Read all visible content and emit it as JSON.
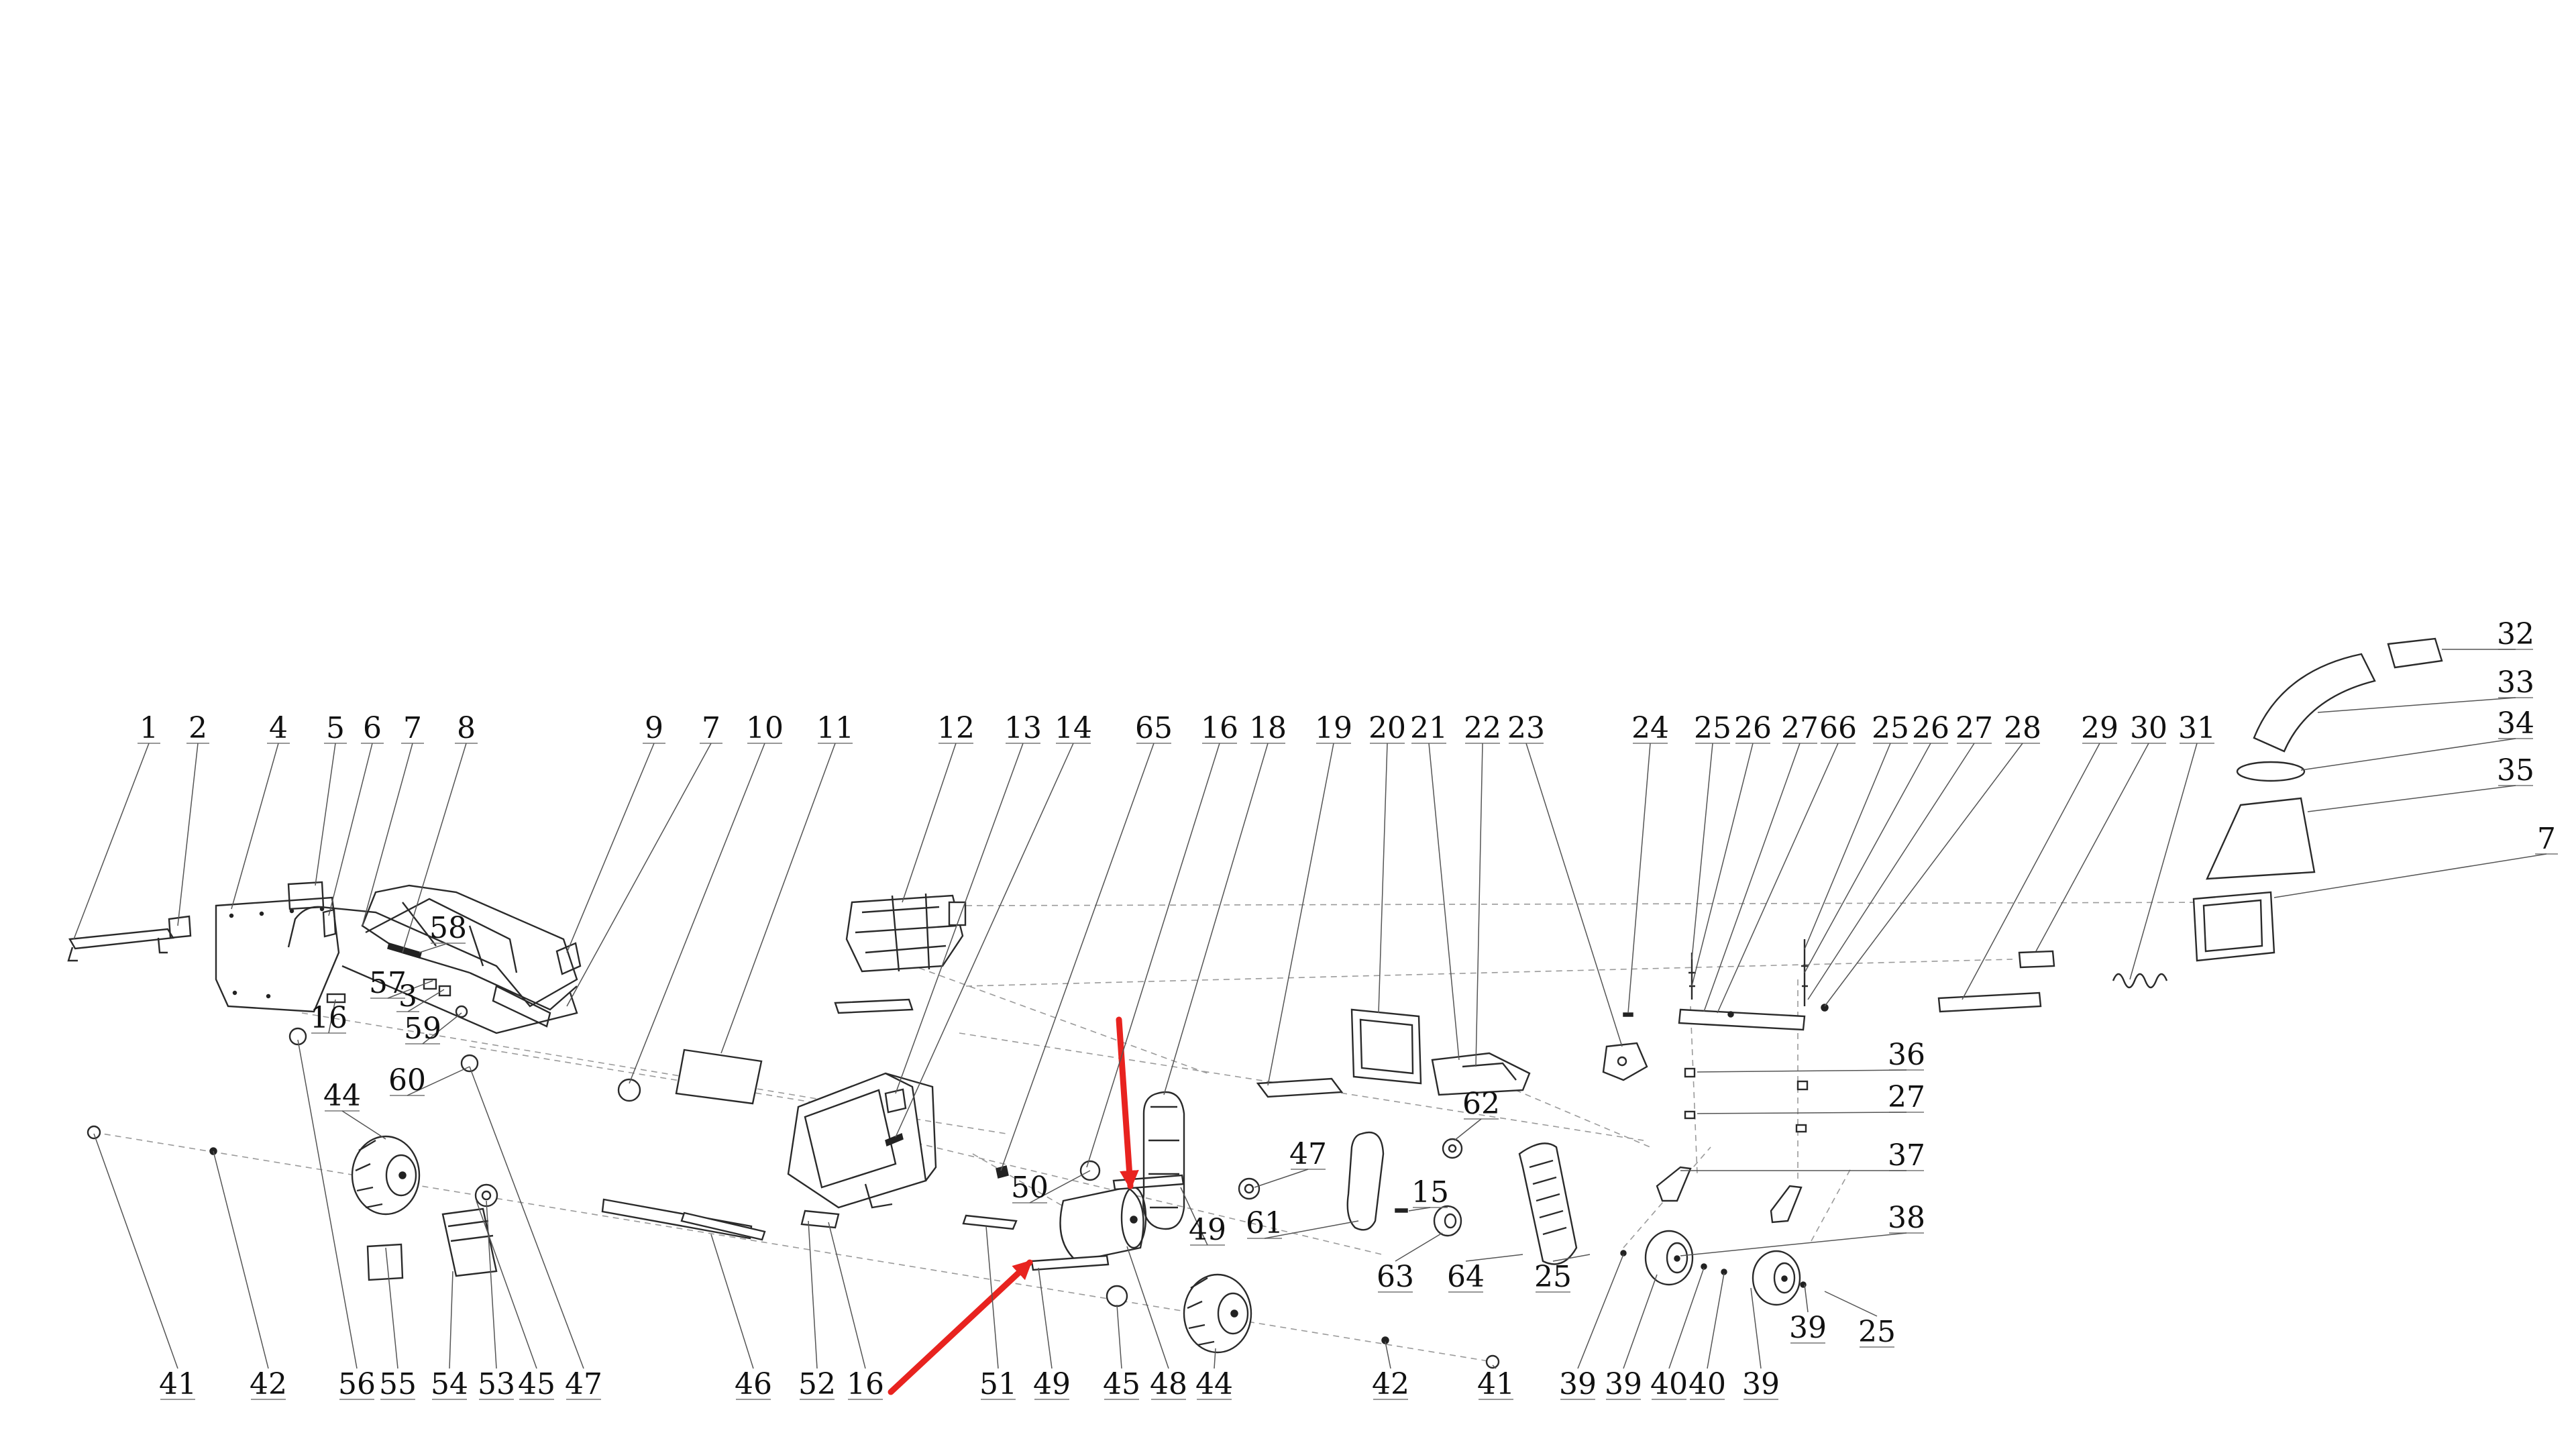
{
  "diagram": {
    "type": "exploded-parts-diagram",
    "arrow_color": "#e8231f",
    "line_color": "#2a2a2a",
    "callouts": [
      "1",
      "2",
      "4",
      "5",
      "6",
      "7",
      "8",
      "9",
      "7",
      "10",
      "11",
      "12",
      "13",
      "14",
      "65",
      "16",
      "18",
      "19",
      "20",
      "21",
      "22",
      "23",
      "24",
      "25",
      "26",
      "27",
      "66",
      "25",
      "26",
      "27",
      "28",
      "29",
      "30",
      "31",
      "32",
      "33",
      "34",
      "35",
      "7",
      "58",
      "57",
      "3",
      "16",
      "59",
      "60",
      "44",
      "50",
      "47",
      "62",
      "15",
      "36",
      "27",
      "37",
      "38",
      "49",
      "61",
      "63",
      "64",
      "25",
      "39",
      "25",
      "41",
      "42",
      "56",
      "55",
      "54",
      "53",
      "45",
      "47",
      "46",
      "52",
      "16",
      "51",
      "49",
      "45",
      "48",
      "44",
      "42",
      "41",
      "39",
      "39",
      "40",
      "40",
      "39"
    ],
    "arrows": [
      "arrow-down",
      "arrow-diagonal"
    ]
  }
}
